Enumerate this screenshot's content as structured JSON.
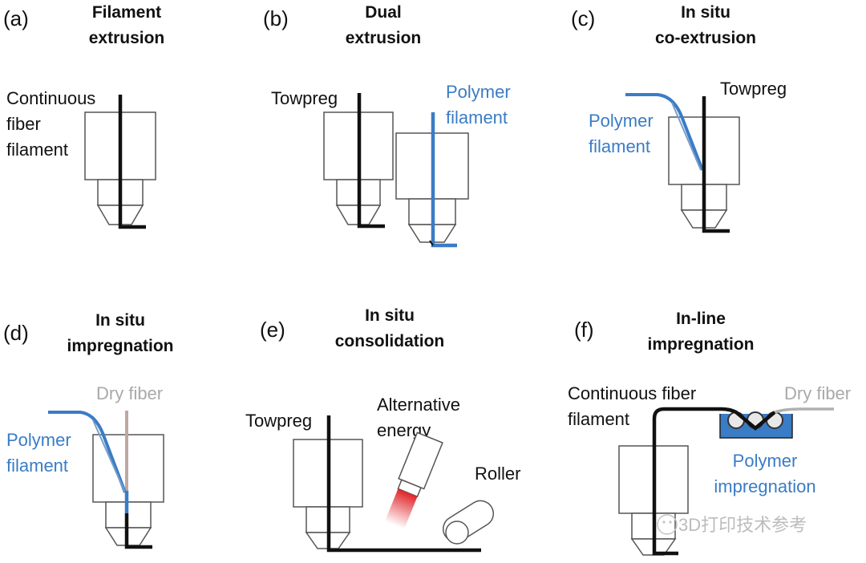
{
  "panels": {
    "a": {
      "letter": "(a)",
      "title1": "Filament",
      "title2": "extrusion",
      "label1": "Continuous",
      "label2": "fiber",
      "label3": "filament"
    },
    "b": {
      "letter": "(b)",
      "title1": "Dual",
      "title2": "extrusion",
      "towpreg": "Towpreg",
      "poly1": "Polymer",
      "poly2": "filament"
    },
    "c": {
      "letter": "(c)",
      "title1": "In situ",
      "title2": "co-extrusion",
      "towpreg": "Towpreg",
      "poly1": "Polymer",
      "poly2": "filament"
    },
    "d": {
      "letter": "(d)",
      "title1": "In situ",
      "title2": "impregnation",
      "dry": "Dry fiber",
      "poly1": "Polymer",
      "poly2": "filament"
    },
    "e": {
      "letter": "(e)",
      "title1": "In situ",
      "title2": "consolidation",
      "towpreg": "Towpreg",
      "alt1": "Alternative",
      "alt2": "energy",
      "roller": "Roller"
    },
    "f": {
      "letter": "(f)",
      "title1": "In-line",
      "title2": "impregnation",
      "cont1": "Continuous fiber",
      "cont2": "filament",
      "dry": "Dry fiber",
      "imp1": "Polymer",
      "imp2": "impregnation"
    }
  },
  "watermark": "3D打印技术参考",
  "colors": {
    "fiber": "#111111",
    "polymer": "#3a7cc6",
    "dry_fiber": "#a9a9a9",
    "laser": "#e0262b",
    "bath": "#3a7cc6"
  }
}
